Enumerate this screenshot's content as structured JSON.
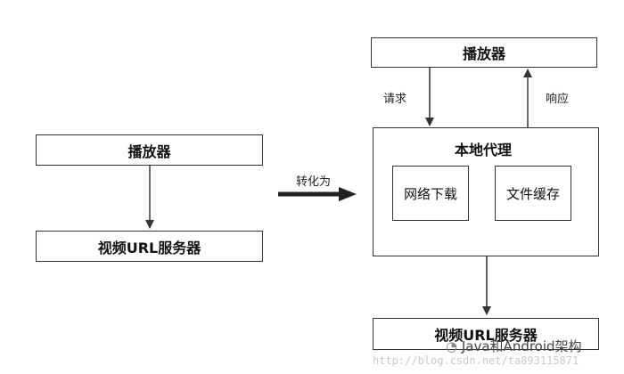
{
  "left": {
    "player": "播放器",
    "server": "视频URL服务器"
  },
  "transform_label": "转化为",
  "right": {
    "player": "播放器",
    "request": "请求",
    "response": "响应",
    "proxy": {
      "title": "本地代理",
      "download": "网络下载",
      "cache": "文件缓存"
    },
    "server": "视频URL服务器"
  },
  "watermark": {
    "account": "Java和Android架构",
    "url": "http://blog.csdn.net/ta893115871"
  }
}
